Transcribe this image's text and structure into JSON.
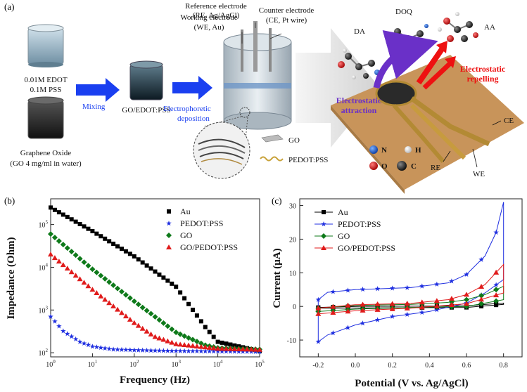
{
  "panel_a": {
    "label": "(a)",
    "edot_line1": "0.01M EDOT",
    "edot_line2": "0.1M PSS",
    "go_line1": "Graphene Oxide",
    "go_line2": "(GO 4 mg/ml in water)",
    "mixing": "Mixing",
    "mixture": "GO/EDOT:PSS",
    "epd_line1": "Electrophoretic",
    "epd_line2": "deposition",
    "we_line1": "Working electrode",
    "we_line2": "(WE, Au)",
    "re_line1": "Reference electrode",
    "re_line2": "(RE, Ag/AgCl)",
    "ce_line1": "Counter electrode",
    "ce_line2": "(CE, Pt wire)",
    "legend_go": "GO",
    "legend_pedot": "PEDOT:PSS",
    "da": "DA",
    "doq": "DOQ",
    "aa": "AA",
    "repel_line1": "Electrostatic",
    "repel_line2": "repelling",
    "attr_line1": "Electrostatic",
    "attr_line2": "attraction",
    "atom_n": "N",
    "atom_h": "H",
    "atom_o": "O",
    "atom_c": "C",
    "sensor_re": "RE",
    "sensor_we": "WE",
    "sensor_ce": "CE",
    "colors": {
      "arrow_blue": "#1a3ff0",
      "repel_red": "#ee1111",
      "attract_purple": "#6a30c8",
      "substrate": "#c8945a"
    }
  },
  "chart_data": [
    {
      "type": "scatter",
      "label": "(b)",
      "xlabel": "Frequency (Hz)",
      "ylabel": "Impedance (Ohm)",
      "xscale": "log",
      "yscale": "log",
      "xlim": [
        1,
        100000
      ],
      "ylim": [
        80,
        400000
      ],
      "xticks": [
        "10^0",
        "10^1",
        "10^2",
        "10^3",
        "10^4",
        "10^5"
      ],
      "yticks": [
        "10^2",
        "10^3",
        "10^4",
        "10^5"
      ],
      "legend_position": "top-right",
      "series": [
        {
          "name": "Au",
          "color": "#000000",
          "marker": "square",
          "points": [
            [
              1,
              250000
            ],
            [
              10,
              70000
            ],
            [
              100,
              18000
            ],
            [
              1000,
              3500
            ],
            [
              5000,
              400
            ],
            [
              10000,
              180
            ],
            [
              100000,
              110
            ]
          ]
        },
        {
          "name": "PEDOT:PSS",
          "color": "#1f2fe0",
          "marker": "star",
          "points": [
            [
              1,
              700
            ],
            [
              2,
              320
            ],
            [
              5,
              180
            ],
            [
              10,
              140
            ],
            [
              30,
              120
            ],
            [
              100,
              115
            ],
            [
              1000,
              110
            ],
            [
              100000,
              105
            ]
          ]
        },
        {
          "name": "GO",
          "color": "#0e7a1a",
          "marker": "diamond",
          "points": [
            [
              1,
              60000
            ],
            [
              10,
              9000
            ],
            [
              100,
              1600
            ],
            [
              1000,
              300
            ],
            [
              5000,
              150
            ],
            [
              10000,
              130
            ],
            [
              100000,
              120
            ]
          ]
        },
        {
          "name": "GO/PEDOT:PSS",
          "color": "#e01b1b",
          "marker": "triangle",
          "points": [
            [
              1,
              20000
            ],
            [
              10,
              3000
            ],
            [
              100,
              500
            ],
            [
              300,
              240
            ],
            [
              1000,
              160
            ],
            [
              10000,
              125
            ],
            [
              100000,
              118
            ]
          ]
        }
      ]
    },
    {
      "type": "line",
      "label": "(c)",
      "xlabel": "Potential (V vs. Ag/AgCl)",
      "ylabel": "Current (μA)",
      "xlim": [
        -0.3,
        0.9
      ],
      "ylim": [
        -15,
        32
      ],
      "xticks": [
        "-0.2",
        "0.0",
        "0.2",
        "0.4",
        "0.6",
        "0.8"
      ],
      "yticks": [
        "-10",
        "0",
        "10",
        "20",
        "30"
      ],
      "legend_position": "top-left",
      "series": [
        {
          "name": "Au",
          "color": "#000000",
          "marker": "square",
          "upper": [
            [
              -0.2,
              -0.3
            ],
            [
              0,
              0
            ],
            [
              0.4,
              0.1
            ],
            [
              0.6,
              0.2
            ],
            [
              0.8,
              1.0
            ]
          ],
          "lower": [
            [
              0.8,
              0.6
            ],
            [
              0.6,
              -0.3
            ],
            [
              0.2,
              -0.4
            ],
            [
              -0.1,
              -0.5
            ],
            [
              -0.2,
              -0.5
            ]
          ]
        },
        {
          "name": "PEDOT:PSS",
          "color": "#1f2fe0",
          "marker": "star",
          "upper": [
            [
              -0.2,
              2
            ],
            [
              -0.15,
              4.2
            ],
            [
              0,
              5
            ],
            [
              0.3,
              5.6
            ],
            [
              0.5,
              7
            ],
            [
              0.6,
              9.5
            ],
            [
              0.7,
              15
            ],
            [
              0.76,
              22
            ],
            [
              0.8,
              31
            ]
          ],
          "lower": [
            [
              0.8,
              8
            ],
            [
              0.7,
              4
            ],
            [
              0.6,
              1
            ],
            [
              0.4,
              -1.5
            ],
            [
              0.2,
              -3
            ],
            [
              0,
              -5.5
            ],
            [
              -0.15,
              -8.5
            ],
            [
              -0.2,
              -10.5
            ]
          ]
        },
        {
          "name": "GO",
          "color": "#0e7a1a",
          "marker": "diamond",
          "upper": [
            [
              -0.2,
              -0.5
            ],
            [
              0,
              0.3
            ],
            [
              0.3,
              0.6
            ],
            [
              0.5,
              1.2
            ],
            [
              0.6,
              2
            ],
            [
              0.7,
              3.5
            ],
            [
              0.8,
              6
            ]
          ],
          "lower": [
            [
              0.8,
              2
            ],
            [
              0.6,
              0
            ],
            [
              0.3,
              -0.3
            ],
            [
              0,
              -0.8
            ],
            [
              -0.2,
              -1.5
            ]
          ]
        },
        {
          "name": "GO/PEDOT:PSS",
          "color": "#e01b1b",
          "marker": "triangle",
          "upper": [
            [
              -0.2,
              -0.5
            ],
            [
              0,
              0.5
            ],
            [
              0.3,
              0.9
            ],
            [
              0.5,
              2
            ],
            [
              0.6,
              3.5
            ],
            [
              0.7,
              6.5
            ],
            [
              0.8,
              12.5
            ]
          ],
          "lower": [
            [
              0.8,
              4
            ],
            [
              0.6,
              0.8
            ],
            [
              0.3,
              -0.5
            ],
            [
              0,
              -1.3
            ],
            [
              -0.2,
              -2.2
            ]
          ]
        }
      ]
    }
  ]
}
